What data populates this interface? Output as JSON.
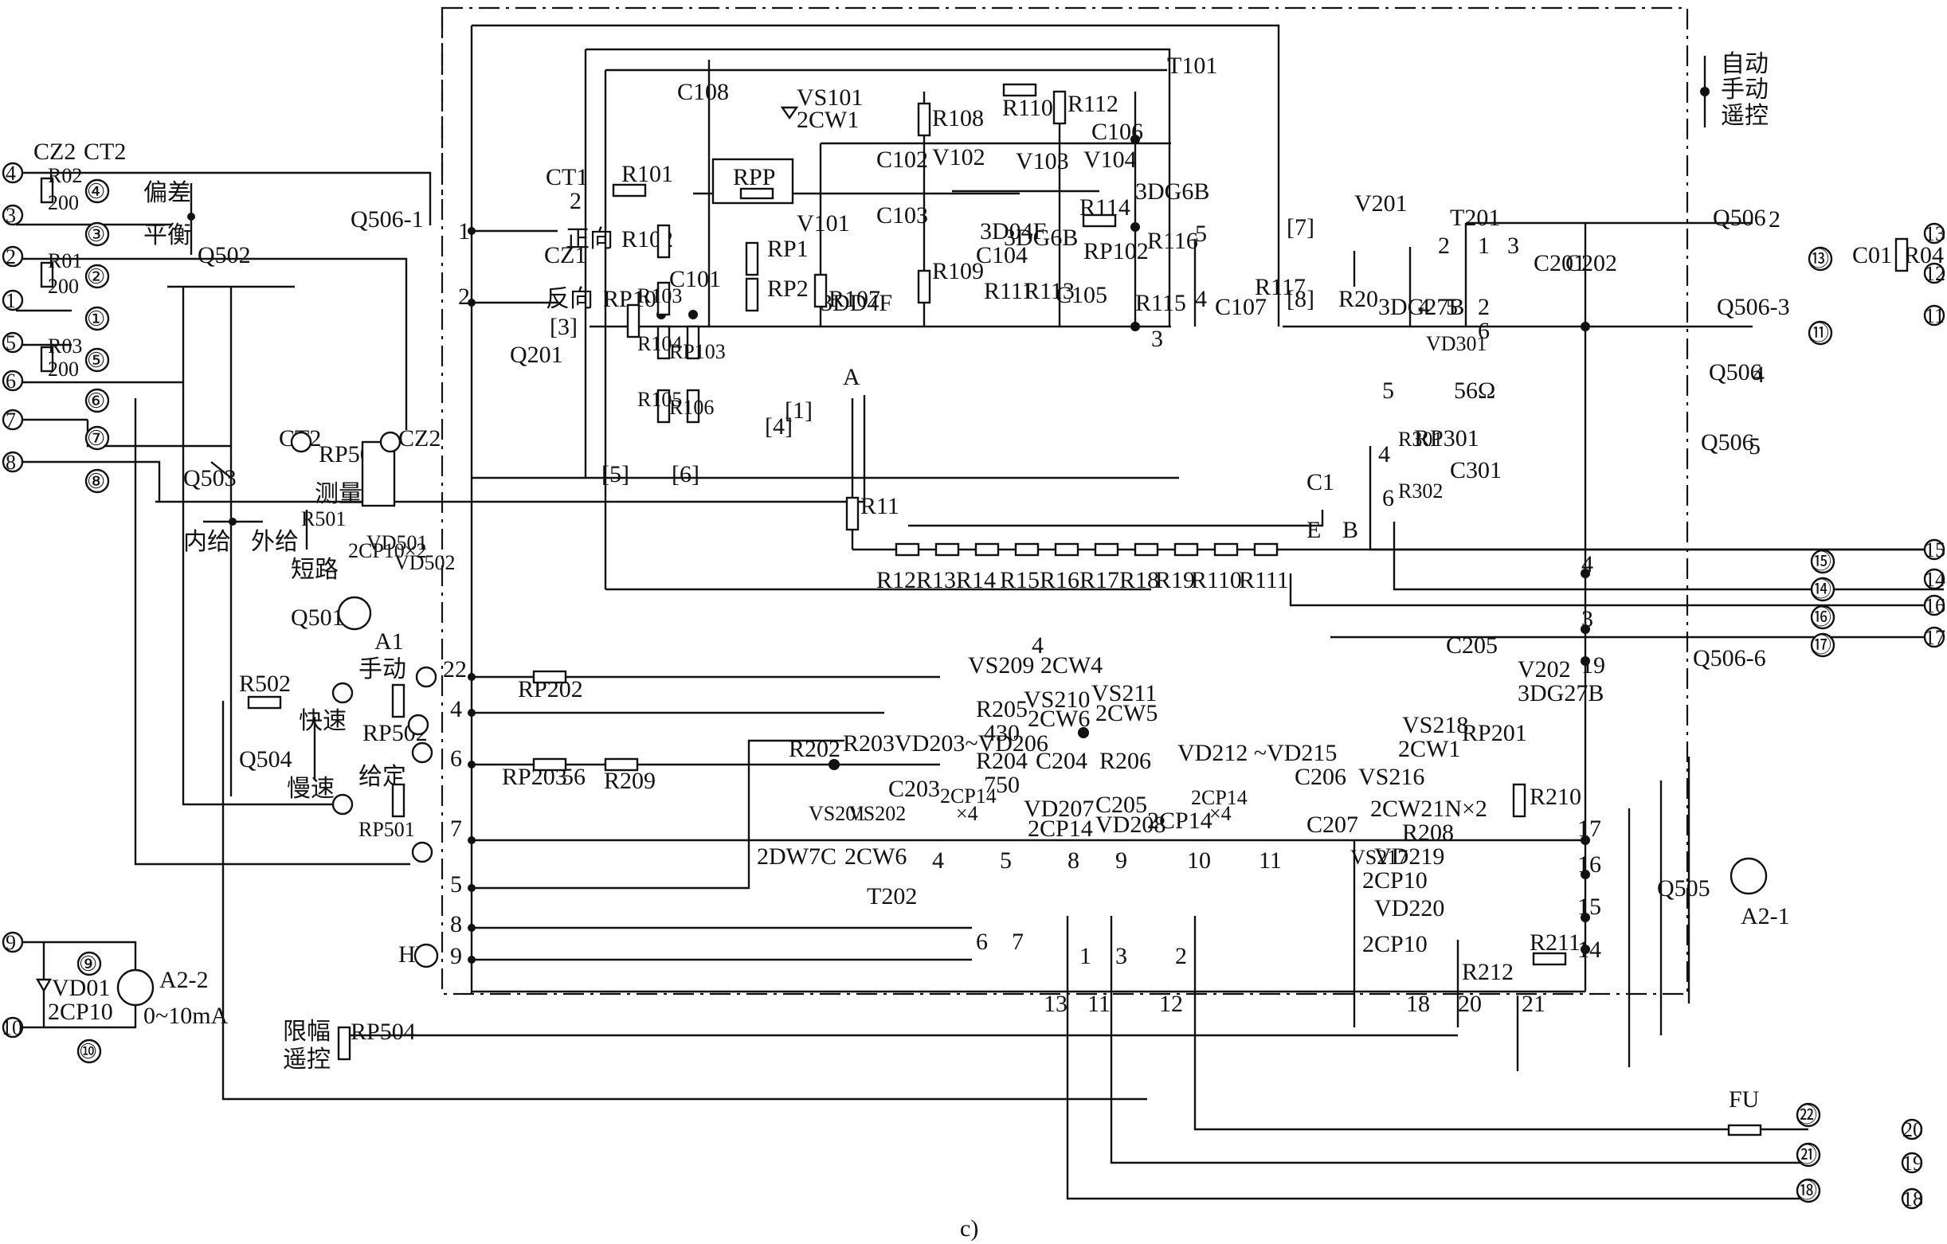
{
  "caption": "c)",
  "mode_switch": {
    "items": [
      "自动",
      "手动",
      "遥控"
    ]
  },
  "transformers": {
    "t101": "T101",
    "t201": "T201",
    "t202": "T202"
  },
  "transistors": {
    "v101": "V101",
    "v101_type": "3DD4F",
    "v102": "V102",
    "v102_type": "3D04F",
    "v103": "V103",
    "v103_type": "3DG6B",
    "v104": "V104",
    "v104_type": "3DG6B",
    "v201": "V201",
    "v201_type": "3DG27B",
    "v202": "V202",
    "v202_type": "3DG27B"
  },
  "resistors": {
    "r101": "R101",
    "r102": "R102",
    "r103": "R103",
    "r104": "R104",
    "r105": "R105",
    "r106": "R106",
    "r107": "R107",
    "r108": "R108",
    "r109": "R109",
    "r110": "R110",
    "r111": "R111",
    "r112": "R112",
    "r113": "R113",
    "r114": "R114",
    "r115": "R115",
    "r116": "R116",
    "r117": "R117",
    "rp1": "RP1",
    "rp2": "RP2",
    "rpp": "RPP",
    "rp101": "RP101",
    "rp102": "RP102",
    "rp103": "RP103",
    "r20": "R20",
    "r204": "R204",
    "r205": "R205",
    "r206": "R206",
    "r208": "R208",
    "r209": "R209",
    "r210": "R210",
    "r211": "R211",
    "r212": "R212",
    "r202": "R202",
    "r203_vd": "R203VD203~VD206",
    "r301": "R301",
    "r302": "R302",
    "rp301": "RP301",
    "rp201": "RP201",
    "rp202": "RP202",
    "rp203": "RP203",
    "rp501": "RP501",
    "rp502": "RP502",
    "rp503": "RP503",
    "rp504": "RP504",
    "r501": "R501",
    "r502": "R502",
    "r01": "R01",
    "r02": "R02",
    "r03": "R03",
    "r04": "R04",
    "r11": "R11",
    "r12": "R12",
    "r13": "R13",
    "r14": "R14",
    "r15": "R15",
    "r16": "R16",
    "r17": "R17",
    "r18": "R18",
    "r19": "R19",
    "r110b": "R110",
    "r111b": "R111",
    "v430": "430",
    "v750": "750",
    "v56": "56",
    "v56ohm": "56Ω",
    "v200a": "200",
    "v200b": "200",
    "v200c": "200"
  },
  "capacitors": {
    "c101": "C101",
    "c102": "C102",
    "c103": "C103",
    "c104": "C104",
    "c105": "C105",
    "c106": "C106",
    "c107": "C107",
    "c108": "C108",
    "c201": "C201",
    "c202": "C202",
    "c203": "C203",
    "c204": "C204",
    "c205": "C205",
    "c205b": "C205",
    "c206": "C206",
    "c207": "C207",
    "c301": "C301",
    "c1": "C1",
    "c01": "C01"
  },
  "diodes": {
    "vs101": "VS101",
    "vs101_type": "2CW1",
    "vs201": "VS201",
    "vs202": "VS202",
    "vs202_type": "2CW6",
    "vd201": "2DW7C",
    "vs209": "VS209 2CW4",
    "vs210": "VS210",
    "vs210_type": "2CW6",
    "vs211": "VS211",
    "vs211_type": "2CW5",
    "vd207": "VD207",
    "vd207_type": "2CP14",
    "vd208": "VD208",
    "vd208_type": "2CP14",
    "vd_bridge1": "2CP14",
    "vd_bridge1_n": "×4",
    "vd_bridge2": "2CP14",
    "vd_bridge2_n": "×4",
    "vd212": "VD212 ~VD215",
    "vs216": "VS216",
    "vs217": "VS217",
    "vs217_type": "2CW21N×2",
    "vs218": "VS218",
    "vs218_type": "2CW1",
    "vd219": "VD219",
    "vd219_type": "2CP10",
    "vd220": "VD220",
    "vd220_type": "2CP10",
    "vd301": "VD301",
    "vd501": "VD501",
    "vd502": "VD502",
    "vd501_type": "2CP10×2",
    "vd01": "VD01",
    "vd01_type": "2CP10"
  },
  "switches": {
    "q201": "Q201",
    "q501": "Q501",
    "q502": "Q502",
    "q503": "Q503",
    "q504": "Q504",
    "q505": "Q505",
    "q506_1": "Q506-1",
    "q506_2": "Q506",
    "q506_2n": "2",
    "q506_3": "Q506-3",
    "q506_4": "Q506",
    "q506_4n": "4",
    "q506_5": "Q506",
    "q506_5n": "5",
    "q506_6": "Q506-6"
  },
  "connectors": {
    "cz1": "CZ1",
    "cz2": "CZ2",
    "cz2b": "CZ2",
    "ct1": "CT1",
    "ct2": "CT2",
    "ct2b": "CT2"
  },
  "meters": {
    "a1": "A1",
    "a2_1": "A2-1",
    "a2_2": "A2-2",
    "a2_2_range": "0~10mA",
    "hl": "HL",
    "fu": "FU"
  },
  "labels": {
    "pianchai": "偏差",
    "pingheng": "平衡",
    "zhengxiang": "正向",
    "fanxiang": "反向",
    "celiang": "测量",
    "duanlu": "短路",
    "neigei": "内给",
    "waigei": "外给",
    "shoudong": "手动",
    "kuaisu": "快速",
    "mansu": "慢速",
    "geiding": "给定",
    "xianfu": "限幅",
    "yaokong": "遥控",
    "node_a": "A",
    "node_b": "B",
    "node_e": "E"
  },
  "terminals_left": [
    "4",
    "3",
    "2",
    "1",
    "5",
    "6",
    "7",
    "8"
  ],
  "terminals_left_circled": [
    "④",
    "③",
    "②",
    "①",
    "⑤",
    "⑥",
    "⑦",
    "⑧"
  ],
  "terminals_right": [
    "13",
    "12",
    "11",
    "15",
    "14",
    "16",
    "17",
    "20",
    "19",
    "18"
  ],
  "terminals_right_circled": [
    "⑬",
    "⑪",
    "⑮",
    "⑭",
    "⑯",
    "⑰",
    "㉒",
    "㉑",
    "⑱"
  ],
  "terminals_bottom_left": [
    "9",
    "10"
  ],
  "terminals_bottom_left_circled": [
    "⑨",
    "⑩"
  ],
  "bracket_terms": [
    "[1]",
    "[3]",
    "[4]",
    "[5]",
    "[6]",
    "[7]",
    "[8]"
  ],
  "node_numbers": [
    "1",
    "2",
    "3",
    "4",
    "5",
    "6",
    "7",
    "8",
    "9",
    "10",
    "11",
    "12",
    "13",
    "14",
    "15",
    "16",
    "17",
    "18",
    "19",
    "20",
    "21",
    "22"
  ]
}
